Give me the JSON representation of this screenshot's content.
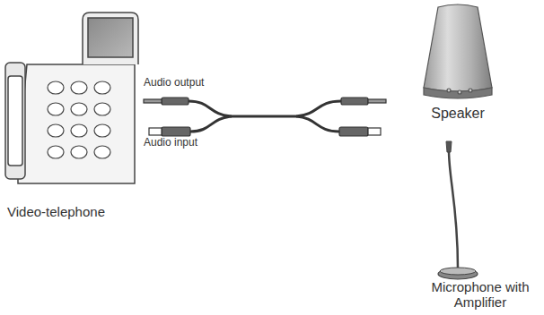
{
  "diagram": {
    "labels": [
      "Audio output",
      "Audio input",
      "Video-telephone",
      "Speaker",
      "Microphone with Amplifier"
    ]
  }
}
